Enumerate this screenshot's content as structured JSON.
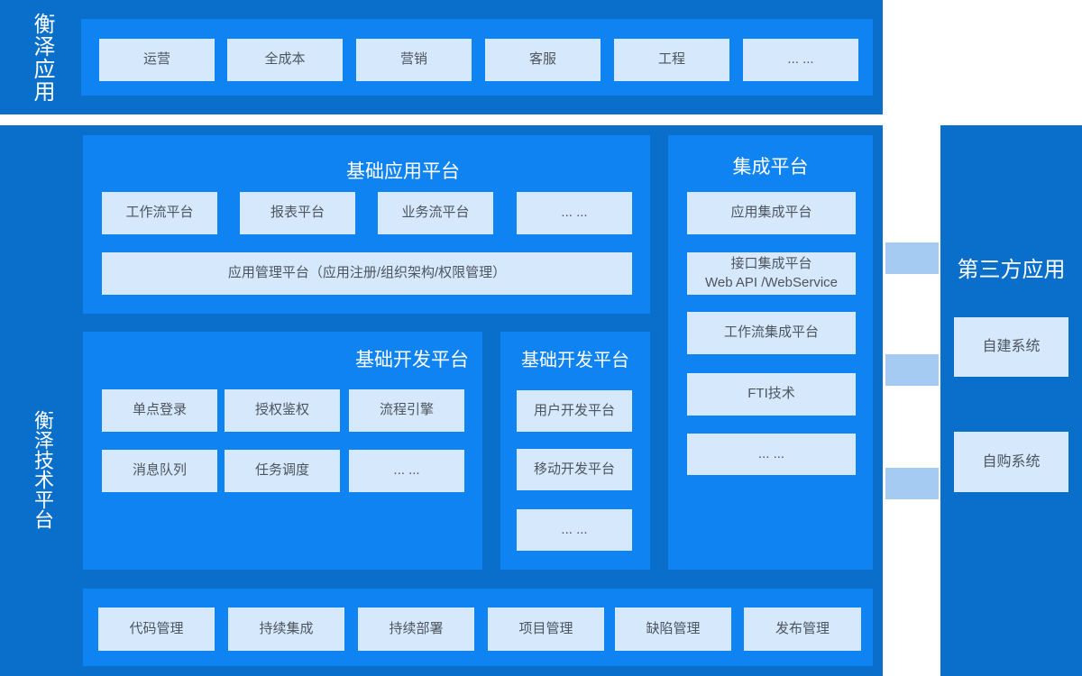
{
  "colors": {
    "band_bg": "#0a6fca",
    "panel_bg": "#0e83f1",
    "box_bg": "#d6e8fb",
    "connector_bg": "#a5cbf3",
    "box_text": "#4d555e",
    "title_text": "#ffffff"
  },
  "top_band": {
    "label": "衡泽应用",
    "boxes": [
      "运营",
      "全成本",
      "营销",
      "客服",
      "工程",
      "... ..."
    ]
  },
  "main_band": {
    "label": "衡泽技术平台",
    "app_platform": {
      "title": "基础应用平台",
      "boxes": [
        "工作流平台",
        "报表平台",
        "业务流平台",
        "... ..."
      ],
      "wide_box": "应用管理平台（应用注册/组织架构/权限管理）"
    },
    "dev_platform_left": {
      "title": "基础开发平台",
      "boxes": [
        "单点登录",
        "授权鉴权",
        "流程引擎",
        "消息队列",
        "任务调度",
        "... ..."
      ]
    },
    "dev_platform_right": {
      "title": "基础开发平台",
      "boxes": [
        "用户开发平台",
        "移动开发平台",
        "... ..."
      ]
    },
    "integration_platform": {
      "title": "集成平台",
      "boxes": [
        "应用集成平台",
        "接口集成平台\nWeb API /WebService",
        "工作流集成平台",
        "FTI技术",
        "... ..."
      ]
    },
    "devops_bar": {
      "boxes": [
        "代码管理",
        "持续集成",
        "持续部署",
        "项目管理",
        "缺陷管理",
        "发布管理"
      ]
    }
  },
  "third_party": {
    "title": "第三方应用",
    "boxes": [
      "自建系统",
      "自购系统"
    ]
  }
}
